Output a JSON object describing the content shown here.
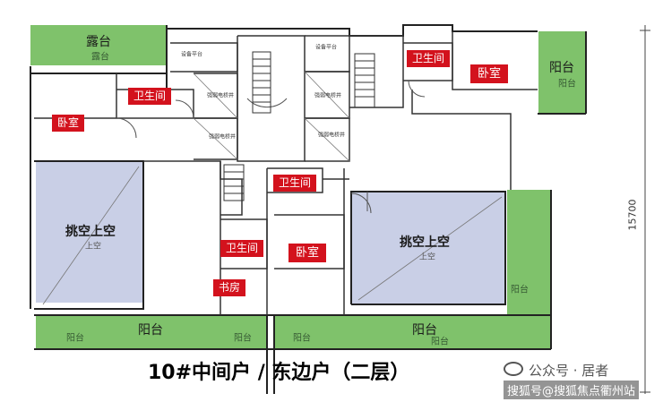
{
  "colors": {
    "balcony_green": "#7fc26b",
    "void_blue": "#c9cfe6",
    "room_tag_red": "#d3121d",
    "wall": "#222222"
  },
  "labels": {
    "top_terrace": "露台",
    "top_terrace_small": "露台",
    "left_bedroom": "卧室",
    "left_bath": "卫生间",
    "left_void": "挑空上空",
    "left_void_small": "上空",
    "center_bath_upper": "卫生间",
    "center_bath_lower": "卫生间",
    "study": "书房",
    "center_bedroom": "卧室",
    "right_bath": "卫生间",
    "right_bedroom": "卧室",
    "right_balcony": "阳台",
    "right_balcony_small": "阳台",
    "right_void": "挑空上空",
    "right_void_small": "上空",
    "bottom_balcony_left": "阳台",
    "bottom_balcony_right": "阳台",
    "balcony_small_1": "阳台",
    "balcony_small_2": "阳台",
    "balcony_small_3": "阳台",
    "balcony_small_4": "阳台",
    "balcony_small_5": "阳台",
    "equip_platform_1": "设备平台",
    "equip_platform_2": "设备平台",
    "shaft_1": "强弱电桥井",
    "shaft_2": "强弱电桥井",
    "shaft_3": "强弱电桥井",
    "shaft_4": "强弱电桥井"
  },
  "dimension": "15700",
  "caption": "10#中间户 / 东边户（二层）",
  "watermark_top": "公众号 · 居者",
  "watermark_bottom": "搜狐号@搜狐焦点衢州站"
}
